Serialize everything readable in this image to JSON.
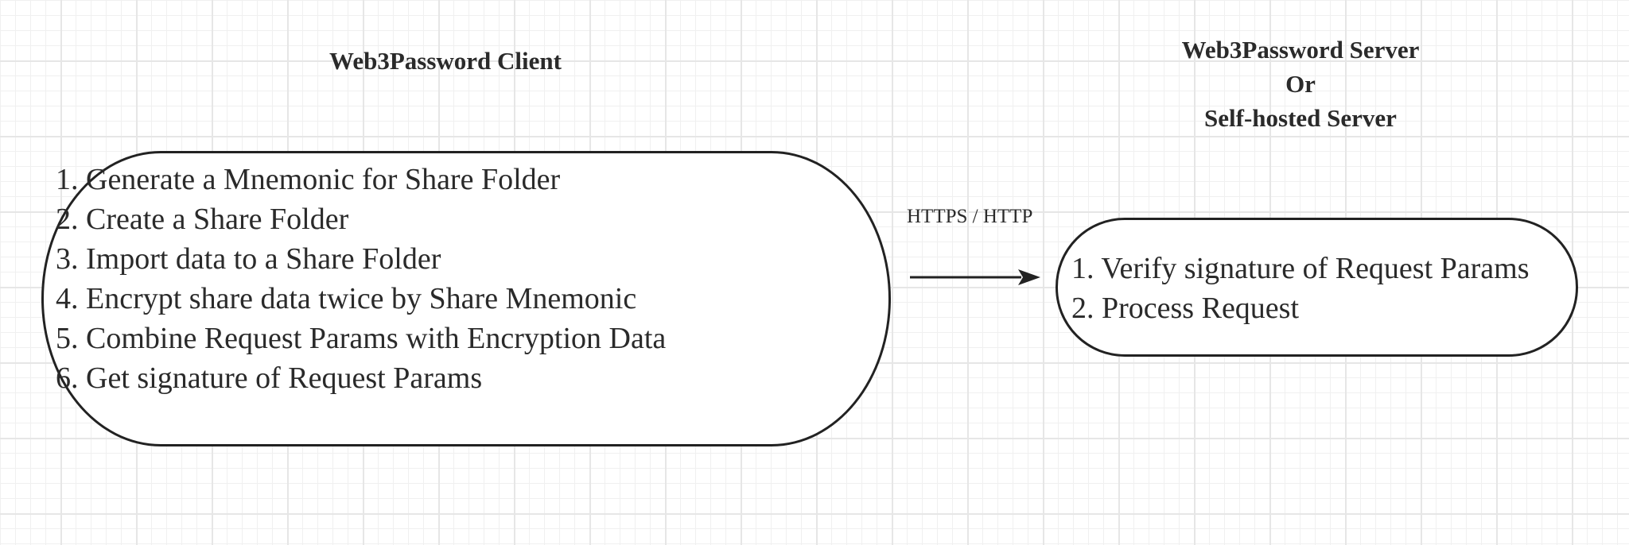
{
  "client": {
    "title": "Web3Password Client",
    "steps": [
      "1. Generate a Mnemonic for Share Folder",
      "2. Create a Share Folder",
      "3. Import data to a Share Folder",
      "4. Encrypt share data twice by Share Mnemonic",
      "5. Combine Request Params with Encryption Data",
      "6. Get signature of Request Params"
    ]
  },
  "server": {
    "title_lines": [
      "Web3Password Server",
      "Or",
      "Self-hosted Server"
    ],
    "steps": [
      "1. Verify signature of Request Params",
      "2. Process Request"
    ]
  },
  "connection": {
    "label": "HTTPS / HTTP"
  }
}
